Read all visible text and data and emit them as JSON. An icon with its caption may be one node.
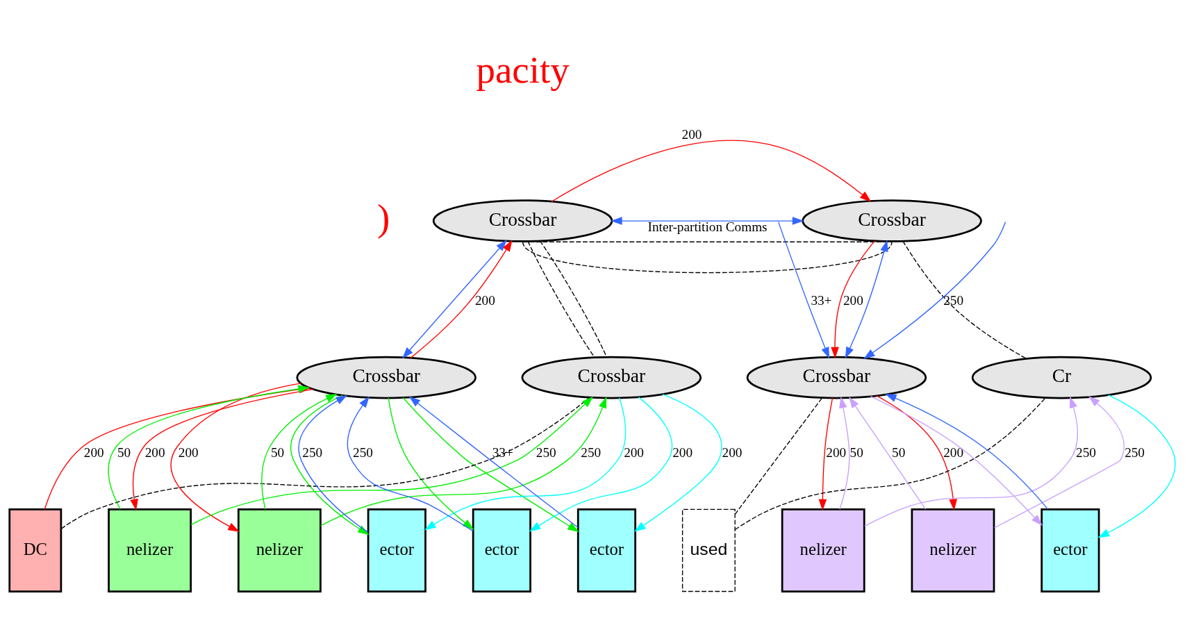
{
  "diagram": {
    "nodes": [
      {
        "text": [
          "Crossbar"
        ]
      },
      {
        "text": [
          "Crossbar"
        ]
      },
      {
        "text": [
          "Crossbar"
        ]
      },
      {
        "text": [
          "Crossbar"
        ]
      },
      {
        "text": [
          "Crossbar"
        ]
      },
      {
        "text": [
          "Cr"
        ]
      },
      {
        "text": [
          "DC"
        ]
      },
      {
        "text": [
          "nelizer"
        ]
      },
      {
        "text": [
          "nelizer"
        ]
      },
      {
        "text": [
          "ector"
        ]
      },
      {
        "text": [
          "ector"
        ]
      },
      {
        "text": [
          "ector"
        ]
      },
      {
        "text": [
          "used"
        ]
      },
      {
        "text": [
          "nelizer"
        ]
      },
      {
        "text": [
          "nelizer"
        ]
      },
      {
        "text": [
          "ector"
        ]
      }
    ],
    "edges": [
      {
        "from": 0,
        "to": 1,
        "arrow": "to",
        "label": "200",
        "color": "#ff0000"
      },
      {
        "from": 0,
        "to": 1,
        "arrow": "both",
        "label": "Inter-partition Comms",
        "color": "#3366ff"
      },
      {
        "from": 0,
        "to": 1,
        "arrow": "none",
        "style": "dashed",
        "color": "#000000"
      },
      {
        "from": 0,
        "to": 1,
        "arrow": "none",
        "style": "dashed",
        "color": "#000000"
      },
      {
        "from": 2,
        "to": 0,
        "arrow": "to",
        "label": "200",
        "color": "#ff0000"
      },
      {
        "from": 0,
        "to": 2,
        "arrow": "both",
        "color": "#3366ff"
      },
      {
        "from": 0,
        "to": 3,
        "arrow": "none",
        "style": "dashed",
        "color": "#000000"
      },
      {
        "from": 0,
        "to": 3,
        "arrow": "none",
        "style": "dashed",
        "color": "#000000"
      },
      {
        "from": 1,
        "to": 4,
        "arrow": "to",
        "label": "200",
        "color": "#ff0000"
      },
      {
        "from": 1,
        "to": 4,
        "arrow": "both",
        "color": "#3366ff"
      },
      {
        "from": 1,
        "to": 5,
        "arrow": "none",
        "style": "dashed",
        "color": "#000000"
      },
      {
        "from": 6,
        "to": 2,
        "arrow": "to",
        "label": "200",
        "color": "#ff0000"
      },
      {
        "from": 2,
        "to": 7,
        "arrow": "to",
        "label": "200",
        "color": "#ff0000"
      },
      {
        "from": 7,
        "to": 2,
        "arrow": "to",
        "label": "50",
        "color": "#00ee00"
      },
      {
        "from": 2,
        "to": 8,
        "arrow": "to",
        "label": "200",
        "color": "#ff0000"
      },
      {
        "from": 8,
        "to": 2,
        "arrow": "to",
        "label": "50",
        "color": "#00ee00"
      },
      {
        "from": 6,
        "to": 3,
        "arrow": "none",
        "style": "dashed",
        "color": "#000000"
      },
      {
        "from": 7,
        "to": 3,
        "arrow": "to",
        "label": "250",
        "color": "#00ee00"
      },
      {
        "from": 8,
        "to": 3,
        "arrow": "to",
        "label": "250",
        "color": "#00ee00"
      },
      {
        "from": 9,
        "to": 2,
        "arrow": "to",
        "label": "250",
        "color": "#3366ff"
      },
      {
        "from": 2,
        "to": 9,
        "arrow": "to",
        "color": "#00ee00"
      },
      {
        "from": 10,
        "to": 2,
        "arrow": "to",
        "label": "250",
        "color": "#3366ff"
      },
      {
        "from": 2,
        "to": 10,
        "arrow": "to",
        "color": "#00ee00"
      },
      {
        "from": 11,
        "to": 2,
        "arrow": "to",
        "label": "33+",
        "color": "#3366ff"
      },
      {
        "from": 2,
        "to": 11,
        "arrow": "to",
        "color": "#00ee00"
      },
      {
        "from": 3,
        "to": 9,
        "arrow": "to",
        "label": "200",
        "color": "#00ffff"
      },
      {
        "from": 3,
        "to": 10,
        "arrow": "to",
        "label": "200",
        "color": "#00ffff"
      },
      {
        "from": 3,
        "to": 11,
        "arrow": "to",
        "label": "200",
        "color": "#00ffff"
      },
      {
        "from": 12,
        "to": 4,
        "arrow": "none",
        "style": "dashed",
        "color": "#000000"
      },
      {
        "from": 12,
        "to": 5,
        "arrow": "none",
        "style": "dashed",
        "color": "#000000"
      },
      {
        "from": 4,
        "to": 13,
        "arrow": "to",
        "label": "200",
        "color": "#ff0000"
      },
      {
        "from": 13,
        "to": 4,
        "arrow": "to",
        "label": "50",
        "color": "#c8a0ff"
      },
      {
        "from": 4,
        "to": 14,
        "arrow": "to",
        "label": "200",
        "color": "#ff0000"
      },
      {
        "from": 14,
        "to": 4,
        "arrow": "to",
        "label": "50",
        "color": "#c8a0ff"
      },
      {
        "from": 13,
        "to": 5,
        "arrow": "to",
        "label": "250",
        "color": "#c8a0ff"
      },
      {
        "from": 14,
        "to": 5,
        "arrow": "to",
        "label": "250",
        "color": "#c8a0ff"
      },
      {
        "from": 15,
        "to": 4,
        "arrow": "to",
        "color": "#3366ff"
      },
      {
        "from": 4,
        "to": 15,
        "arrow": "to",
        "color": "#c8a0ff"
      },
      {
        "from": 5,
        "to": 15,
        "arrow": "to",
        "color": "#00ffff"
      },
      {
        "from": null,
        "to": 4,
        "arrow": "to",
        "label": "250",
        "color": "#3366ff"
      },
      {
        "from": null,
        "to": 4,
        "arrow": "to",
        "label": "33+",
        "color": "#3366ff"
      }
    ],
    "labels": [
      "pacity",
      ")"
    ]
  }
}
